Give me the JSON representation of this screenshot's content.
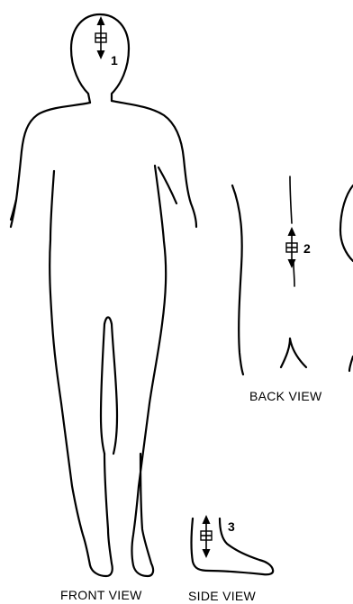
{
  "markers": [
    {
      "id": "1",
      "label": "1"
    },
    {
      "id": "2",
      "label": "2"
    },
    {
      "id": "3",
      "label": "3"
    }
  ],
  "views": {
    "front": "FRONT VIEW",
    "back": "BACK VIEW",
    "side": "SIDE VIEW"
  }
}
